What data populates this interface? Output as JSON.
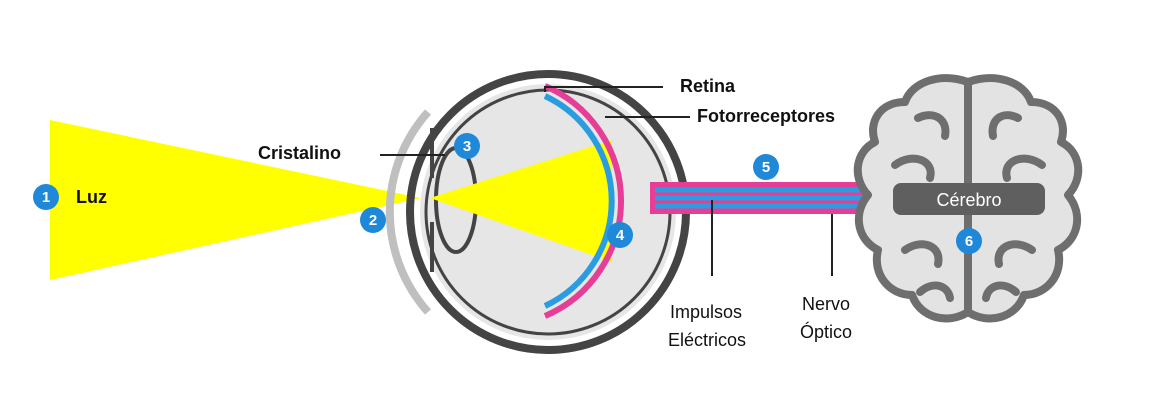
{
  "colors": {
    "light": "#ffff00",
    "eye_fill": "#e6e6e6",
    "eye_outline": "#444444",
    "lens_ring": "#bfbfbf",
    "retina": "#e63d96",
    "photoreceptor": "#2a9de0",
    "marker": "#1f88d9",
    "brain_fill": "#e3e3e3",
    "brain_stroke": "#6e6e6e",
    "brain_label_bg": "#5f5f5f"
  },
  "labels": {
    "luz": "Luz",
    "cristalino": "Cristalino",
    "retina": "Retina",
    "fotorreceptores": "Fotorreceptores",
    "impulsos_line1": "Impulsos",
    "impulsos_line2": "Eléctricos",
    "nervo_line1": "Nervo",
    "nervo_line2": "Óptico",
    "cerebro": "Cérebro"
  },
  "steps": [
    "1",
    "2",
    "3",
    "4",
    "5",
    "6"
  ]
}
